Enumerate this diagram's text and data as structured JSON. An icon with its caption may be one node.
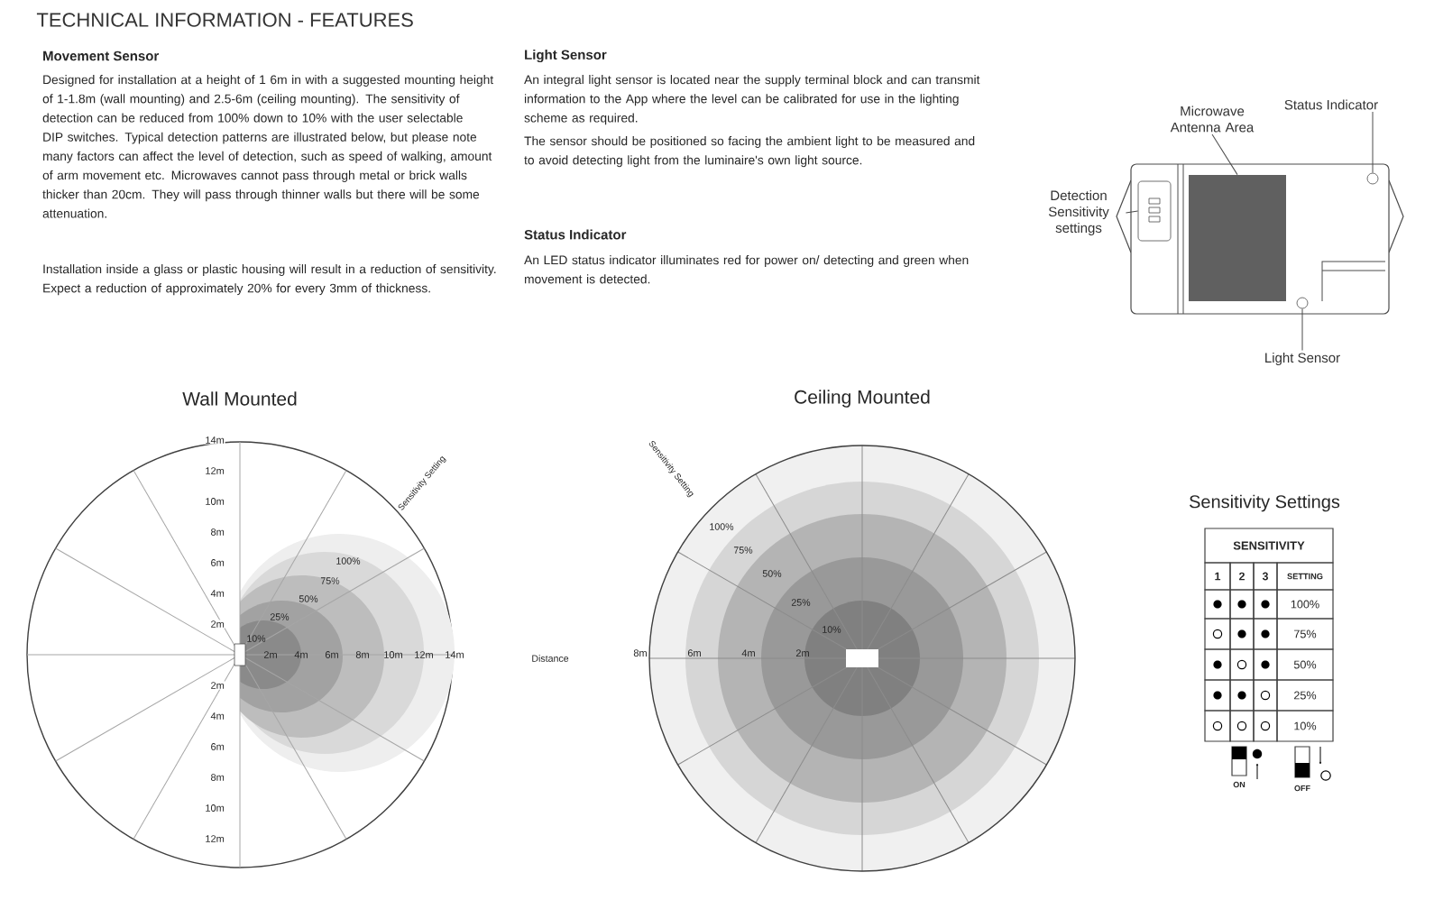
{
  "diagram": {
    "title": "TECHNICAL INFORMATION - FEATURES",
    "nodes": [
      {
        "text": [
          "Microwave Antenna Area"
        ]
      },
      {
        "text": [
          "Status Indicator"
        ]
      },
      {
        "text": [
          "Detection Sensitivity settings"
        ]
      },
      {
        "text": [
          "Light Sensor"
        ]
      },
      {
        "text": [],
        "shape": "box"
      },
      {
        "text": [],
        "shape": "circle"
      },
      {
        "text": [],
        "shape": "box"
      },
      {
        "text": [],
        "shape": "circle"
      }
    ],
    "edges": [
      {
        "from": 0,
        "to": 4,
        "arrow": "none"
      },
      {
        "from": 1,
        "to": 5,
        "arrow": "none"
      },
      {
        "from": 2,
        "to": 6,
        "arrow": "none"
      },
      {
        "from": 3,
        "to": 7,
        "arrow": "none"
      }
    ],
    "labels": [
      "Movement Sensor",
      "Designed for installation at a height of 1 6m in with a suggested mounting height of 1-1.8m (wall mounting) and 2.5-6m (ceiling mounting). The sensitivity of detection can be reduced from 100% down to 10% with the user selectable DIP switches. Typical detection patterns are illustrated below, but please note many factors can affect the level of detection, such as speed of walking, amount of arm movement etc. Microwaves cannot pass through metal or brick walls thicker than 20cm. They will pass through thinner walls but there will be some attenuation.",
      "Installation inside a glass or plastic housing will result in a reduction of sensitivity. Expect a reduction of approximately 20% for every 3mm of thickness.",
      "Light Sensor",
      "An integral light sensor is located near the supply terminal block and can transmit information to the App where the level can be calibrated for use in the lighting scheme as required.",
      "The sensor should be positioned so facing the ambient light to be measured and to avoid detecting light from the luminaire's own light source.",
      "Status Indicator",
      "An LED status indicator illuminates red for power on/ detecting and green when movement is detected.",
      "Wall Mounted",
      "Sensitivity Setting",
      "14m",
      "12m",
      "10m",
      "8m",
      "6m",
      "4m",
      "2m",
      "100%",
      "75%",
      "50%",
      "25%",
      "10%",
      "2m",
      "4m",
      "6m",
      "8m",
      "10m",
      "12m",
      "14m",
      "2m",
      "4m",
      "6m",
      "8m",
      "10m",
      "12m",
      "Distance",
      "Ceiling Mounted",
      "Sensitivity Setting",
      "100%",
      "75%",
      "50%",
      "25%",
      "10%",
      "8m",
      "6m",
      "4m",
      "2m",
      "Sensitivity Settings",
      "SENSITIVITY",
      "1",
      "2",
      "3",
      "SETTING",
      "100%",
      "75%",
      "50%",
      "25%",
      "10%",
      "ON",
      "OFF"
    ]
  }
}
